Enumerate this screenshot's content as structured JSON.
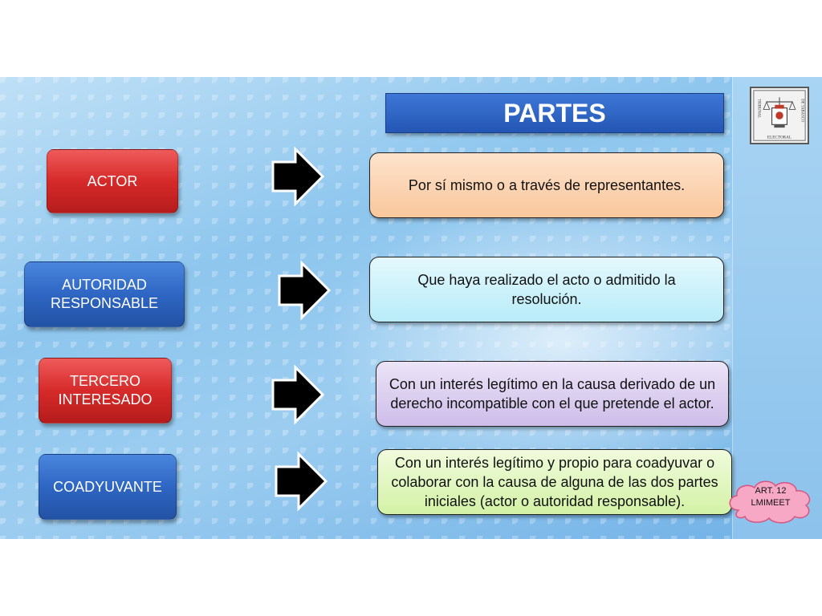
{
  "title": "PARTES",
  "logo": {
    "text_top": "TRIBUNAL",
    "text_right": "DE TABASCO",
    "text_bottom": "ELECTORAL",
    "icon": "electoral-tribunal-seal-icon"
  },
  "parties": [
    {
      "label": "ACTOR",
      "description": "Por sí mismo o a través de representantes."
    },
    {
      "label": "AUTORIDAD RESPONSABLE",
      "description": "Que haya realizado el acto o admitido la resolución."
    },
    {
      "label": "TERCERO INTERESADO",
      "description": "Con un interés legítimo en la causa derivado de un derecho incompatible con el que pretende el actor."
    },
    {
      "label": "COADYUVANTE",
      "description": "Con un interés legítimo y propio para coadyuvar o colaborar con la causa de alguna de las dos partes iniciales (actor o autoridad responsable)."
    }
  ],
  "note": {
    "line1": "ART. 12",
    "line2": "LMIMEET"
  },
  "colors": {
    "title_fill": "#2a5fbf",
    "party_red": "#d62a2a",
    "party_blue": "#2e66c3",
    "desc_orange": "#f9c79c",
    "desc_cyan": "#b8ecf8",
    "desc_purple": "#cdbde9",
    "desc_green": "#d3f2a6",
    "cloud_pink": "#f7a8c4"
  }
}
